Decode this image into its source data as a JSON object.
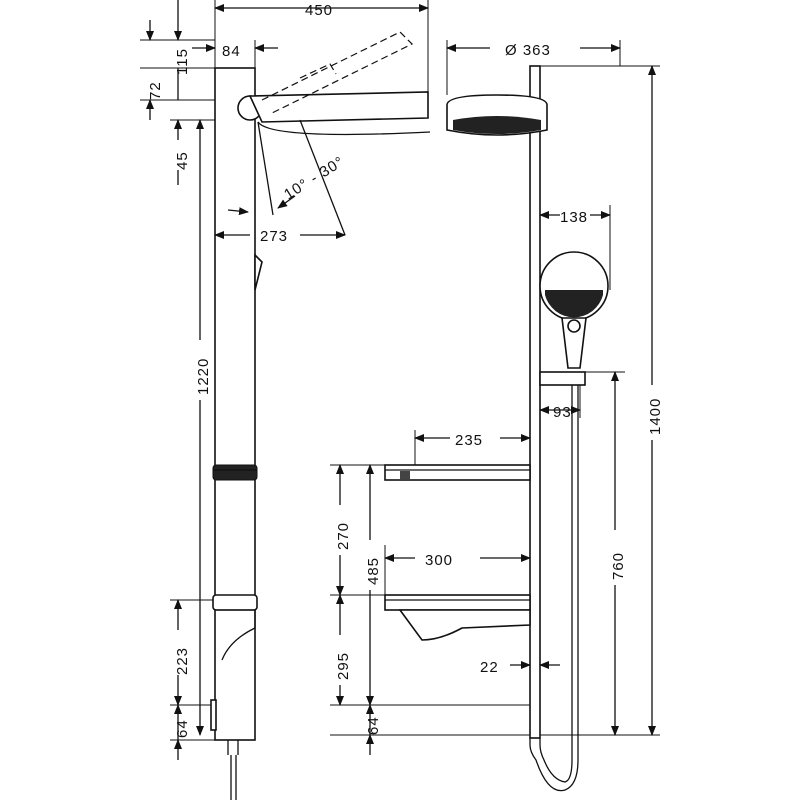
{
  "dimensions": {
    "overall_arm_width": "450",
    "bracket_width": "84",
    "top_offset": "115",
    "top_height": "72",
    "upper_gap": "45",
    "rail_length": "1220",
    "lower_section": "223",
    "bottom_left": "64",
    "arm_angle": "10° - 30°",
    "arm_reach": "273",
    "head_diameter": "Ø 363",
    "handshower_reach": "138",
    "holder_offset": "93",
    "shelf_top_depth": "235",
    "shelf_gap": "270",
    "shelf_span": "485",
    "shelf_bottom_depth": "300",
    "shelf_bottom_height": "295",
    "bottom_right": "64",
    "pipe_diameter": "22",
    "holder_height": "760",
    "total_height": "1400"
  }
}
